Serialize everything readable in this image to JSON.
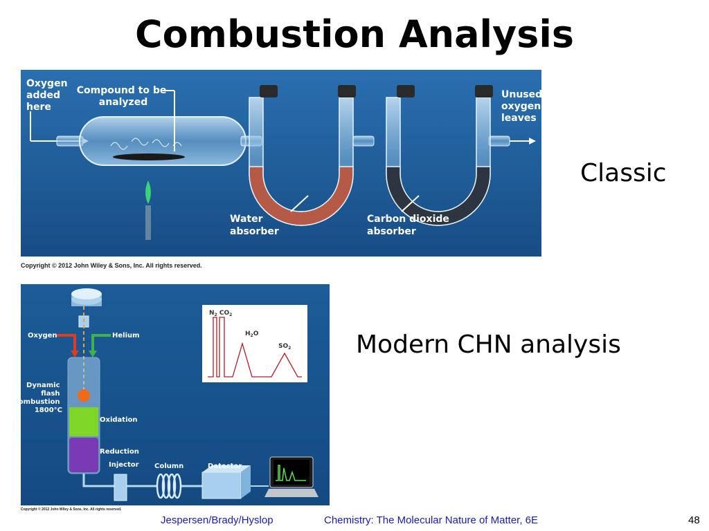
{
  "slide": {
    "title": "Combustion Analysis",
    "label_classic": "Classic",
    "label_modern": "Modern CHN analysis",
    "footer_authors": "Jespersen/Brady/Hyslop",
    "footer_book": "Chemistry: The Molecular Nature of Matter, 6E",
    "page_number": "48"
  },
  "figure_classic": {
    "oxygen_added": [
      "Oxygen",
      "added",
      "here"
    ],
    "compound": [
      "Compound to be",
      "analyzed"
    ],
    "unused_oxygen": [
      "Unused",
      "oxygen",
      "leaves"
    ],
    "water_absorber": [
      "Water",
      "absorber"
    ],
    "co2_absorber": [
      "Carbon dioxide",
      "absorber"
    ],
    "copyright": "Copyright © 2012 John Wiley & Sons, Inc. All rights reserved."
  },
  "figure_modern": {
    "oxygen": "Oxygen",
    "helium": "Helium",
    "combustion": [
      "Dynamic",
      "flash",
      "combustion",
      "1800°C"
    ],
    "oxidation": "Oxidation",
    "reduction": "Reduction",
    "injector": "Injector",
    "column": "Column",
    "detector": "Detector",
    "peak_n2": "N",
    "peak_n2_sub": "2",
    "peak_co2": "CO",
    "peak_co2_sub": "2",
    "peak_h2o_h": "H",
    "peak_h2o_sub": "2",
    "peak_h2o_o": "O",
    "peak_so2": "SO",
    "peak_so2_sub": "2",
    "copyright": "Copyright © 2012 John Wiley & Sons, Inc. All rights reserved."
  },
  "colors": {
    "panel_blue": "#1d5c9a",
    "water_absorber": "#b65a48",
    "co2_absorber": "#2d3540",
    "footer_text": "#1a1ab4",
    "oxygen_arrow": "#e23a1c",
    "helium_arrow": "#3fb24a",
    "oxidation_zone": "#7fd628",
    "reduction_zone": "#7a3ab5"
  }
}
